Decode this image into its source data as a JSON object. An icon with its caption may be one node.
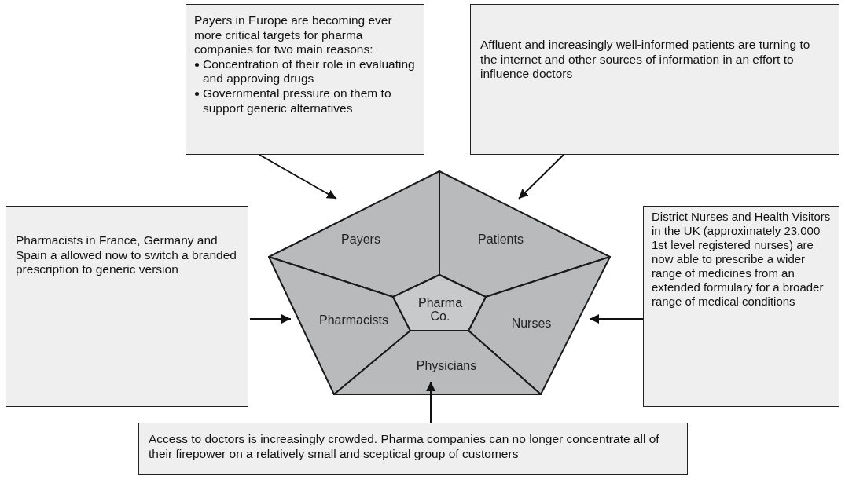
{
  "diagram": {
    "nodes": [
      {
        "text": [
          "Payers in Europe are becoming ever more critical targets for pharma companies for two main reasons:",
          "Concentration of their role in evaluating and approving drugs",
          "Governmental pressure on them to support generic alternatives"
        ]
      },
      {
        "text": [
          "Affluent and increasingly well-informed patients are turning to the internet and other sources of information in an effort to influence doctors"
        ]
      },
      {
        "text": [
          "Payers"
        ]
      },
      {
        "text": [
          "Patients"
        ]
      },
      {
        "text": [
          "Pharmacists in France, Germany and Spain a allowed now to switch a branded prescription to generic version"
        ]
      },
      {
        "text": [
          "Pharmacists"
        ]
      },
      {
        "text": [
          "Pharma Co."
        ]
      },
      {
        "text": [
          "Nurses"
        ]
      },
      {
        "text": [
          "District Nurses and Health Visitors in the UK (approximately 23,000 1st level registered nurses) are now able to prescribe a wider range of medicines from an extended formulary for a broader range of medical conditions"
        ]
      },
      {
        "text": [
          "Physicians"
        ]
      },
      {
        "text": [
          "Access to doctors is increasingly crowded. Pharma companies can no longer concentrate all of their firepower on a relatively small and sceptical group of customers"
        ]
      }
    ],
    "edges": [
      {
        "from": 0,
        "to": 2,
        "arrow": "to"
      },
      {
        "from": 1,
        "to": 3,
        "arrow": "to"
      },
      {
        "from": 4,
        "to": 5,
        "arrow": "to"
      },
      {
        "from": 8,
        "to": 7,
        "arrow": "to"
      },
      {
        "from": 10,
        "to": 9,
        "arrow": "to"
      }
    ]
  }
}
